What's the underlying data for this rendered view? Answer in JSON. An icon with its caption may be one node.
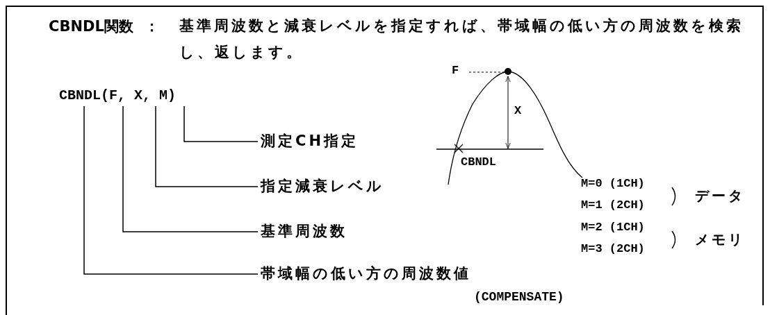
{
  "diagram": {
    "nodes": [
      {
        "text": [
          "CBNDL(F, X, M)"
        ]
      },
      {
        "text": [
          "測定CH指定"
        ]
      },
      {
        "text": [
          "指定減衰レベル"
        ]
      },
      {
        "text": [
          "基準周波数"
        ]
      },
      {
        "text": [
          "帯域幅の低い方の周波数値"
        ],
        "beside": [
          "(COMPENSATE)"
        ]
      }
    ],
    "edges": [
      {
        "from": 0,
        "to": 1,
        "arrow": "none"
      },
      {
        "from": 0,
        "to": 2,
        "arrow": "none"
      },
      {
        "from": 0,
        "to": 3,
        "arrow": "none"
      },
      {
        "from": 0,
        "to": 4,
        "arrow": "none"
      }
    ],
    "labels": [
      "CBNDL関数",
      "：",
      "基準周波数と減衰レベルを指定すれば、帯域幅の低い方の周波数を検索し、返します。",
      "F",
      "X",
      "CBNDL",
      "M=0 (1CH)",
      "M=1 (2CH)",
      "データ",
      "M=2 (1CH)",
      "M=3 (2CH)",
      "メモリ"
    ]
  }
}
